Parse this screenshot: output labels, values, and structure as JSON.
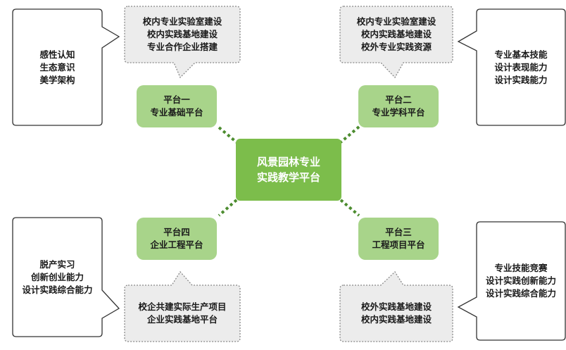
{
  "center": {
    "line1": "风景园林专业",
    "line2": "实践教学平台"
  },
  "platforms": [
    {
      "line1": "平台一",
      "line2": "专业基础平台"
    },
    {
      "line1": "平台二",
      "line2": "专业学科平台"
    },
    {
      "line1": "平台三",
      "line2": "工程项目平台"
    },
    {
      "line1": "平台四",
      "line2": "企业工程平台"
    }
  ],
  "resources": [
    {
      "lines": [
        "校内专业实验室建设",
        "校内实践基地建设",
        "专业合作企业搭建"
      ]
    },
    {
      "lines": [
        "校内专业实验室建设",
        "校内实践基地建设",
        "校外专业实践资源"
      ]
    },
    {
      "lines": [
        "校外实践基地建设",
        "校内实践基地建设"
      ]
    },
    {
      "lines": [
        "校企共建实际生产项目",
        "企业实践基地平台"
      ]
    }
  ],
  "abilities": [
    {
      "lines": [
        "感性认知",
        "生态意识",
        "美学架构"
      ]
    },
    {
      "lines": [
        "专业基本技能",
        "设计表现能力",
        "设计实践能力"
      ]
    },
    {
      "lines": [
        "专业技能竞赛",
        "设计实践创新能力",
        "设计实践综合能力"
      ]
    },
    {
      "lines": [
        "脱产实习",
        "创新创业能力",
        "设计实践综合能力"
      ]
    }
  ],
  "colors": {
    "center_fill": "#7cbd4b",
    "platform_fill": "#a8d48a",
    "connector": "#4c8c2f",
    "resource_fill": "#ececec",
    "resource_border": "#888888",
    "ability_border": "#333333"
  }
}
